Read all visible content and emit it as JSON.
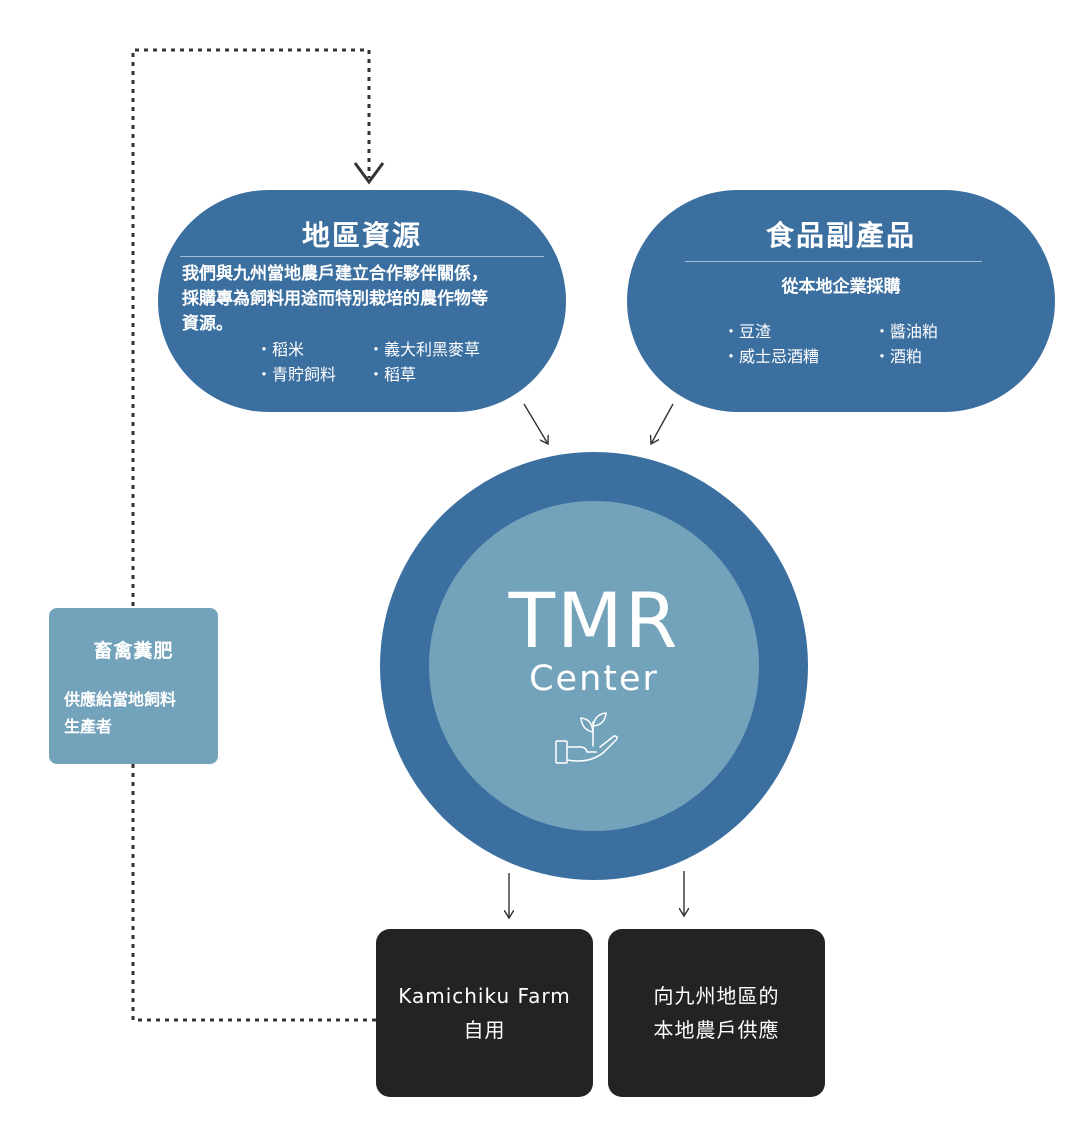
{
  "local_resources": {
    "title": "地區資源",
    "description_lines": [
      "我們與九州當地農戶建立合作夥伴關係，",
      "採購專為飼料用途而特別栽培的農作物等",
      "資源。"
    ],
    "items": [
      "・稻米",
      "・義大利黑麥草",
      "・青貯飼料",
      "・稻草"
    ]
  },
  "food_byproducts": {
    "title": "食品副產品",
    "subtitle": "從本地企業採購",
    "items": [
      "・豆渣",
      "・醬油粕",
      "・威士忌酒糟",
      "・酒粕"
    ]
  },
  "tmr_center": {
    "title": "TMR",
    "subtitle": "Center",
    "icon": "hand-sprout-icon"
  },
  "manure": {
    "title": "畜禽糞肥",
    "description_lines": [
      "供應給當地飼料",
      "生產者"
    ]
  },
  "outputs": {
    "self_use": [
      "Kamichiku Farm",
      "自用"
    ],
    "supply": [
      "向九州地區的",
      "本地農戶供應"
    ]
  },
  "colors": {
    "pill_blue": "#3b6fa0",
    "inner_circle": "#73a2bb",
    "manure_card": "#73a2bb",
    "dark_box": "#232323",
    "arrow": "#333333"
  }
}
